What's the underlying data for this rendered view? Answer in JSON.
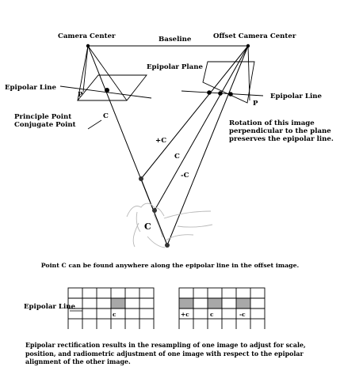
{
  "labels": {
    "camera_center": "Camera Center",
    "baseline": "Baseline",
    "offset_camera_center": "Offset Camera Center",
    "epipolar_plane": "Epipolar Plane",
    "epipolar_line_left": "Epipolar Line",
    "epipolar_line_right": "Epipolar Line",
    "p_left": "P",
    "p_right": "P",
    "principle_point": "Principle Point",
    "conjugate_point": "Conjugate Point",
    "c_left": "C",
    "plus_c": "+C",
    "c_mid": "C",
    "minus_c": "-C",
    "c_big": "C",
    "rotation_note": [
      "Rotation of this image",
      "perpendicular to the plane",
      "preserves the epipolar line."
    ]
  },
  "caption1": "Point C can be found anywhere along the epipolar line in the offset image.",
  "grid": {
    "label": "Epipolar Line",
    "left_cells": [
      "c"
    ],
    "right_cells": [
      "+c",
      "c",
      "-c"
    ],
    "shade_color": "#a8a8a8"
  },
  "paragraph": "Epipolar rectification results in the resampling of one image to adjust for scale, position, and radiometric adjustment of one image with respect to the epipolar alignment of the other image."
}
